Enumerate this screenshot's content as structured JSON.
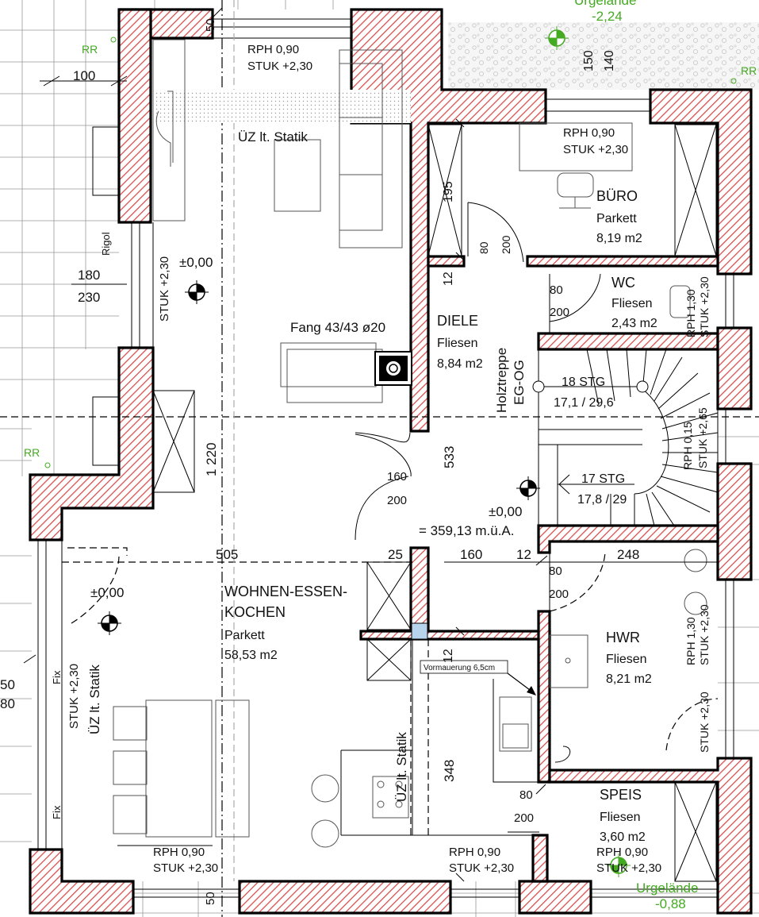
{
  "colors": {
    "wall_hatch": "#d85050",
    "outdoor_green": "#44aa22",
    "line": "#000000"
  },
  "rooms": {
    "wohnen": {
      "name_line1": "WOHNEN-ESSEN-",
      "name_line2": "KOCHEN",
      "floor": "Parkett",
      "area": "58,53 m2"
    },
    "diele": {
      "name": "DIELE",
      "floor": "Fliesen",
      "area": "8,84 m2"
    },
    "buero": {
      "name": "BÜRO",
      "floor": "Parkett",
      "area": "8,19 m2"
    },
    "wc": {
      "name": "WC",
      "floor": "Fliesen",
      "area": "2,43 m2"
    },
    "hwr": {
      "name": "HWR",
      "floor": "Fliesen",
      "area": "8,21 m2"
    },
    "speis": {
      "name": "SPEIS",
      "floor": "Fliesen",
      "area": "3,60 m2"
    }
  },
  "stairs": {
    "label_line1": "Holztreppe",
    "label_line2": "EG-OG",
    "upper": {
      "steps": "18 STG",
      "ratio": "17,1 / 29,6"
    },
    "lower": {
      "steps": "17 STG",
      "ratio": "17,8 / 29"
    }
  },
  "levels": {
    "urgelaende_top": "-2,24",
    "urgelaende_bottom": "-0,88",
    "urgelaende_label": "Urgelände",
    "zero": "±0,00",
    "above_sea": "= 359,13 m.ü.A."
  },
  "openings": [
    {
      "id": "win-top",
      "rph": "RPH 0,90",
      "stuk": "STUK +2,30"
    },
    {
      "id": "win-buero",
      "rph": "RPH 0,90",
      "stuk": "STUK +2,30"
    },
    {
      "id": "win-bottom-1",
      "rph": "RPH 0,90",
      "stuk": "STUK +2,30"
    },
    {
      "id": "win-bottom-2",
      "rph": "RPH 0,90",
      "stuk": "STUK +2,30"
    },
    {
      "id": "win-bottom-3",
      "rph": "RPH 0,90",
      "stuk": "STUK +2,30"
    }
  ],
  "vertical_notes": {
    "stuk_left": "STUK +2,30",
    "stuk_left2": "STUK +2,30",
    "uez_left": "ÜZ lt. Statik",
    "uez_middle": "ÜZ lt. Statik",
    "wc_rph": "RPH 1,30",
    "wc_stuk": "STUK +2,30",
    "stair_rph": "RPH 0,15",
    "stair_stuk": "STUK +2,65",
    "hwr_rph": "RPH 1,30",
    "hwr_stuk": "STUK +2,30",
    "hwr_stuk2": "STUK +2,30",
    "rigol": "Rigol",
    "fix1": "Fix",
    "fix2": "Fix"
  },
  "annotations": {
    "uez_top": "ÜZ lt. Statik",
    "fang": "Fang 43/43 ø20",
    "vormauerung": "Vormauerung 6,5cm",
    "rr": "RR"
  },
  "dimensions": {
    "d100": "100",
    "d180": "180",
    "d230": "230",
    "d50_top": "50",
    "d50_bottom": "50",
    "d150": "150",
    "d140": "140",
    "d195": "195",
    "d80_buero": "80",
    "d200_buero": "200",
    "d12_a": "12",
    "d80_wc": "80",
    "d200_wc": "200",
    "d160_door": "160",
    "d200_door": "200",
    "d533": "533",
    "d1220": "1 220",
    "d505": "505",
    "d25": "25",
    "d160_mid": "160",
    "d12_b": "12",
    "d248": "248",
    "d80_hwr": "80",
    "d200_hwr": "200",
    "d12_c": "12",
    "d348": "348",
    "d80_speis": "80",
    "d200_speis": "200",
    "d50_left": "50",
    "d80_left": "80"
  }
}
